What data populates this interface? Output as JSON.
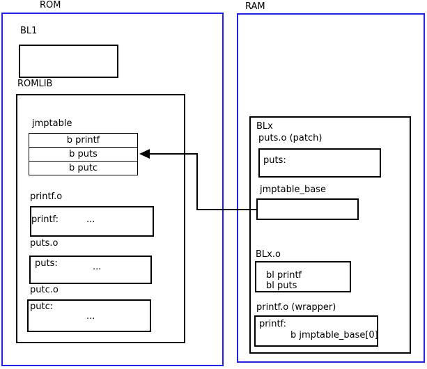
{
  "colors": {
    "frame_blue": "#2222e6",
    "line_black": "#000000"
  },
  "rom": {
    "title": "ROM",
    "bl1": {
      "label": "BL1"
    },
    "romlib": {
      "label": "ROMLIB",
      "jmptable": {
        "label": "jmptable",
        "rows": [
          "b printf",
          "b puts",
          "b putc"
        ]
      },
      "printf_o": {
        "label": "printf.o",
        "symbol": "printf:",
        "body": "..."
      },
      "puts_o": {
        "label": "puts.o",
        "symbol": "puts:",
        "body": "..."
      },
      "putc_o": {
        "label": "putc.o",
        "symbol": "putc:",
        "body": "..."
      }
    }
  },
  "ram": {
    "title": "RAM",
    "blx": {
      "label": "BLx",
      "puts_patch": {
        "label": "puts.o (patch)",
        "symbol": "puts:"
      },
      "jmptable_base": {
        "label": "jmptable_base"
      },
      "blx_o": {
        "label": "BLx.o",
        "line1": "bl printf",
        "line2": "bl puts"
      },
      "printf_wrapper": {
        "label": "printf.o (wrapper)",
        "symbol": "printf:",
        "body": "b jmptable_base[0]"
      }
    }
  }
}
